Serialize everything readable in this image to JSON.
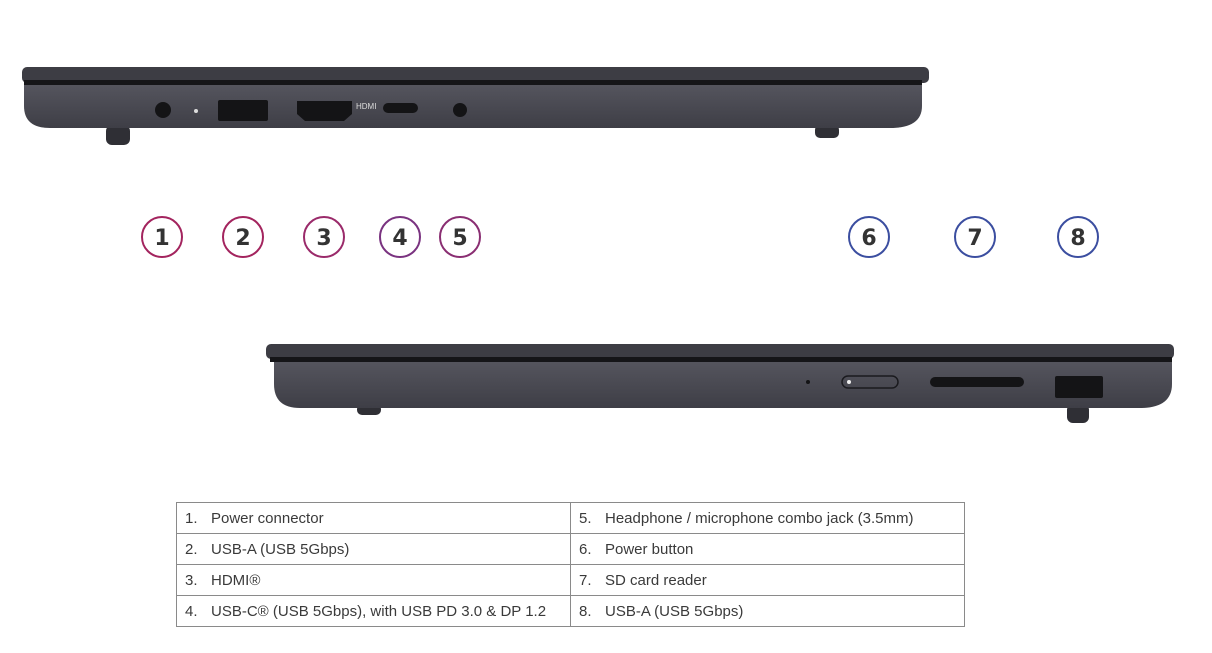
{
  "markings": {
    "hdmi": "HDMI"
  },
  "callouts": [
    "1",
    "2",
    "3",
    "4",
    "5",
    "6",
    "7",
    "8"
  ],
  "legend": [
    {
      "num": "1.",
      "label": "Power connector"
    },
    {
      "num": "2.",
      "label": "USB-A (USB 5Gbps)"
    },
    {
      "num": "3.",
      "label": "HDMI®"
    },
    {
      "num": "4.",
      "label": "USB-C® (USB 5Gbps), with USB PD 3.0 & DP 1.2"
    },
    {
      "num": "5.",
      "label": "Headphone / microphone combo jack (3.5mm)"
    },
    {
      "num": "6.",
      "label": "Power button"
    },
    {
      "num": "7.",
      "label": "SD card reader"
    },
    {
      "num": "8.",
      "label": "USB-A (USB 5Gbps)"
    }
  ],
  "colors": {
    "body": "#4a4a52",
    "lid": "#3b3b42",
    "blue": "#3b4ea0",
    "magenta": "#a3245e"
  }
}
